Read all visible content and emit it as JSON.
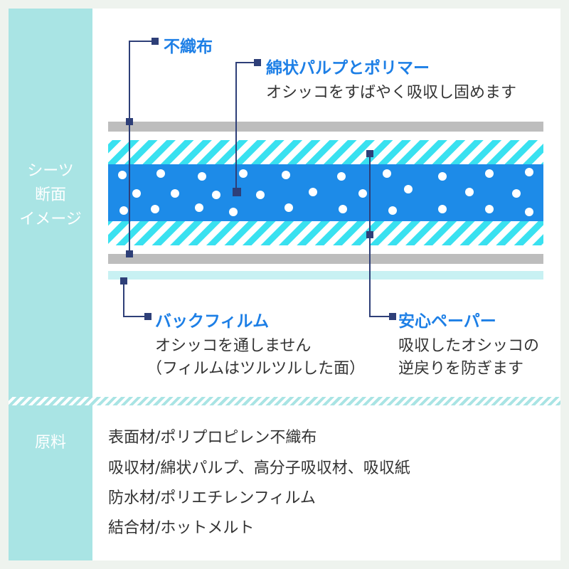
{
  "side_labels": {
    "cross_section": [
      "シーツ",
      "断面",
      "イメージ"
    ],
    "materials": "原料"
  },
  "layers": [
    {
      "title": "不織布",
      "desc": []
    },
    {
      "title": "綿状パルプとポリマー",
      "desc": [
        "オシッコをすばやく吸収し固めます"
      ]
    },
    {
      "title": "バックフィルム",
      "desc": [
        "オシッコを通しません",
        "（フィルムはツルツルした面）"
      ]
    },
    {
      "title": "安心ペーパー",
      "desc": [
        "吸収したオシッコの",
        "逆戻りを防ぎます"
      ]
    }
  ],
  "materials": [
    "表面材/ポリプロピレン不織布",
    "吸収材/綿状パルプ、高分子吸収材、吸収紙",
    "防水材/ポリエチレンフィルム",
    "結合材/ホットメルト"
  ],
  "colors": {
    "accent_blue": "#1d7fe6",
    "side_mint": "#a9e4e4",
    "stripe_cyan": "#39e1f0",
    "core_blue": "#1d8be8",
    "nonwoven_gray": "#bdbdbd",
    "backfilm": "#c8f1f3",
    "marker_navy": "#2e3f78"
  }
}
